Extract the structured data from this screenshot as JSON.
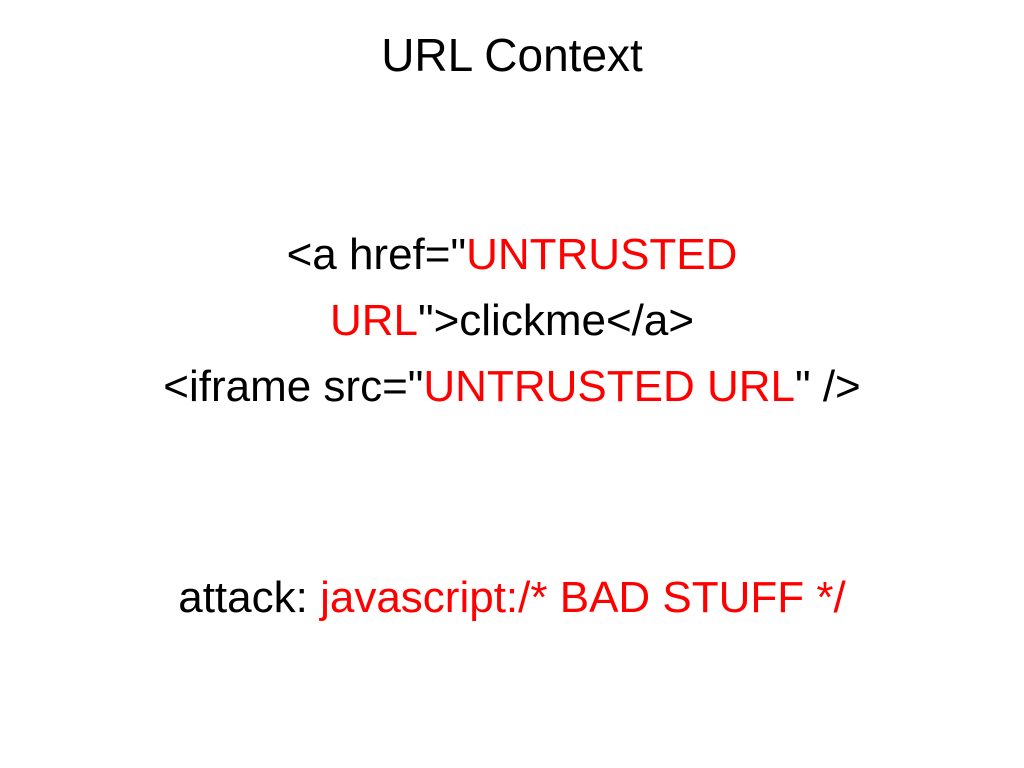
{
  "slide": {
    "title": "URL Context",
    "code_lines": [
      {
        "part1": "<a href=\"",
        "part2": "UNTRUSTED"
      },
      {
        "part1": "URL",
        "part2": "\">clickme</a>"
      },
      {
        "part1": "<iframe src=\"",
        "part2": "UNTRUSTED URL",
        "part3": "\" />"
      }
    ],
    "attack": {
      "label": "attack: ",
      "payload": "javascript:/* BAD STUFF */"
    },
    "colors": {
      "text": "#000000",
      "highlight": "#ff0000",
      "background": "#ffffff"
    }
  }
}
